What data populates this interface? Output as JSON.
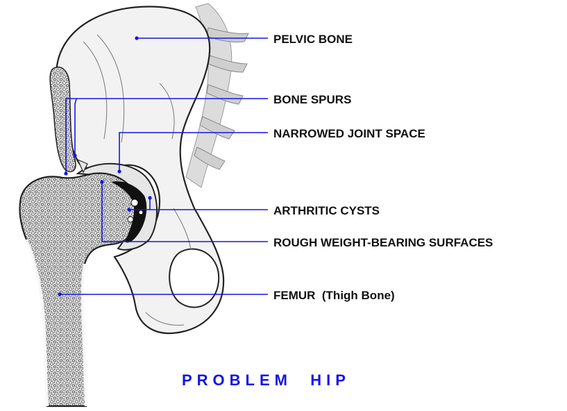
{
  "labels": {
    "pelvic_bone": "PELVIC BONE",
    "bone_spurs": "BONE SPURS",
    "narrowed_joint_space": "NARROWED JOINT SPACE",
    "arthritic_cysts": "ARTHRITIC CYSTS",
    "rough_surfaces": "ROUGH WEIGHT-BEARING SURFACES",
    "femur": "FEMUR  (Thigh Bone)"
  },
  "title": "PROBLEM  HIP",
  "colors": {
    "leader_line": "#1515e8",
    "title": "#1515e8",
    "label_text": "#111111",
    "bone_fill": "#f2f2f2",
    "spine_fill": "#d9d9d9",
    "cartilage_damage": "#111111"
  }
}
